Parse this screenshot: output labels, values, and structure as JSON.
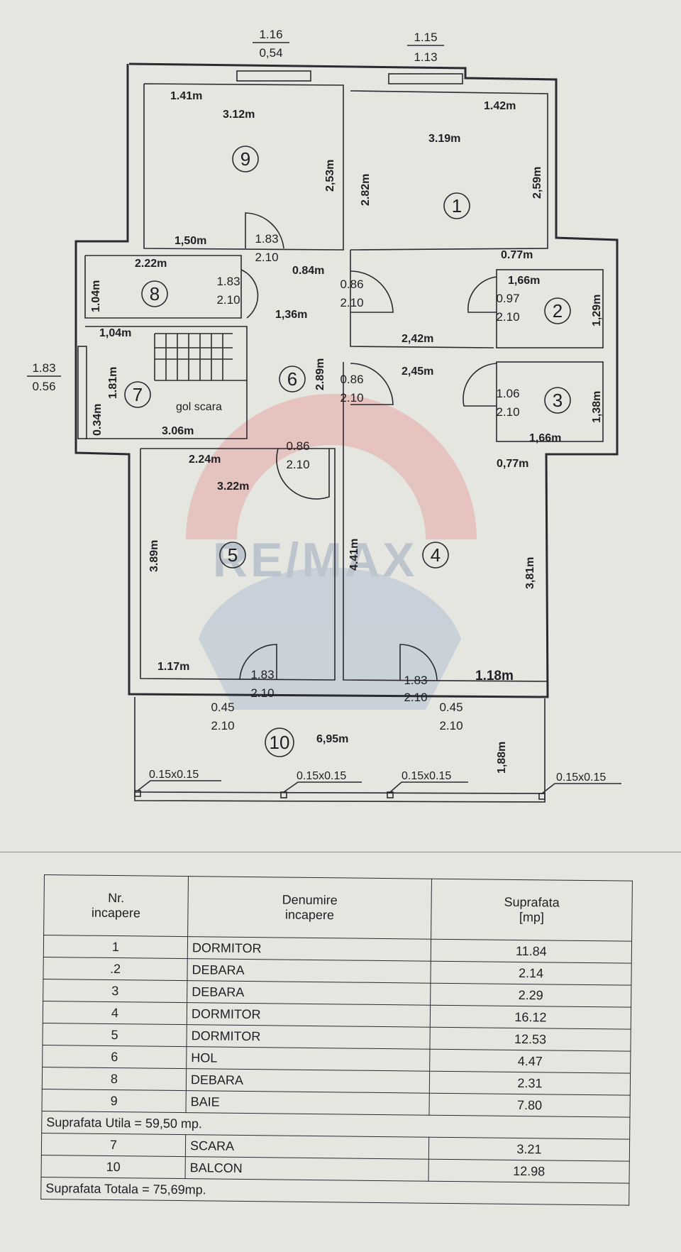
{
  "plan": {
    "watermark": "RE/MAX",
    "top_fracs": [
      {
        "num": "1.16",
        "den": "0,54"
      },
      {
        "num": "1.15",
        "den": "1.13"
      }
    ],
    "left_frac": {
      "num": "1.83",
      "den": "0.56"
    },
    "rooms": {
      "r1": {
        "id": "1"
      },
      "r2": {
        "id": "2"
      },
      "r3": {
        "id": "3"
      },
      "r4": {
        "id": "4"
      },
      "r5": {
        "id": "5"
      },
      "r6": {
        "id": "6"
      },
      "r7": {
        "id": "7"
      },
      "r8": {
        "id": "8"
      },
      "r9": {
        "id": "9"
      },
      "r10": {
        "id": "10"
      }
    },
    "gol_scara": "gol scara",
    "doors": [
      {
        "num": "1.83",
        "den": "2.10"
      },
      {
        "num": "1.83",
        "den": "2.10"
      },
      {
        "num": "0.86",
        "den": "2.10"
      },
      {
        "num": "0.97",
        "den": "2.10"
      },
      {
        "num": "0.86",
        "den": "2.10"
      },
      {
        "num": "1.06",
        "den": "2.10"
      },
      {
        "num": "0.86",
        "den": "2.10"
      },
      {
        "num": "1.83",
        "den": "2.10"
      },
      {
        "num": "1.83",
        "den": "2.10"
      },
      {
        "num": "0.45",
        "den": "2.10"
      },
      {
        "num": "0.45",
        "den": "2.10"
      }
    ],
    "dims": {
      "d141": "1.41m",
      "d312": "3.12m",
      "d253": "2,53m",
      "d150": "1,50m",
      "d142": "1.42m",
      "d319": "3.19m",
      "d282": "2.82m",
      "d259": "2,59m",
      "d077a": "0.77m",
      "d084": "0.84m",
      "d222": "2.22m",
      "d104a": "1.04m",
      "d104b": "1,04m",
      "d136": "1,36m",
      "d289": "2.89m",
      "d181": "1.81m",
      "d034": "0.34m",
      "d306": "3.06m",
      "d166a": "1,66m",
      "d129": "1,29m",
      "d242": "2,42m",
      "d245": "2,45m",
      "d138": "1,38m",
      "d166b": "1,66m",
      "d077b": "0,77m",
      "d224": "2.24m",
      "d322": "3.22m",
      "d389": "3.89m",
      "d441": "4.41m",
      "d381": "3,81m",
      "d117": "1.17m",
      "d118": "1.18m",
      "d695": "6,95m",
      "d188": "1,88m"
    },
    "pillars": [
      "0.15x0.15",
      "0.15x0.15",
      "0.15x0.15",
      "0.15x0.15"
    ]
  },
  "table": {
    "headers": {
      "nr": [
        "Nr.",
        "incapere"
      ],
      "den": [
        "Denumire",
        "incapere"
      ],
      "sup": [
        "Suprafata",
        "[mp]"
      ]
    },
    "rows": [
      {
        "nr": "1",
        "name": "DORMITOR",
        "area": "11.84"
      },
      {
        "nr": ".2",
        "name": "DEBARA",
        "area": "2.14"
      },
      {
        "nr": "3",
        "name": "DEBARA",
        "area": "2.29"
      },
      {
        "nr": "4",
        "name": "DORMITOR",
        "area": "16.12"
      },
      {
        "nr": "5",
        "name": "DORMITOR",
        "area": "12.53"
      },
      {
        "nr": "6",
        "name": "HOL",
        "area": "4.47"
      },
      {
        "nr": "8",
        "name": "DEBARA",
        "area": "2.31"
      },
      {
        "nr": "9",
        "name": "BAIE",
        "area": "7.80"
      }
    ],
    "utila": "Suprafata Utila = 59,50 mp.",
    "rows2": [
      {
        "nr": "7",
        "name": "SCARA",
        "area": "3.21"
      },
      {
        "nr": "10",
        "name": "BALCON",
        "area": "12.98"
      }
    ],
    "totala": "Suprafata Totala = 75,69mp."
  }
}
